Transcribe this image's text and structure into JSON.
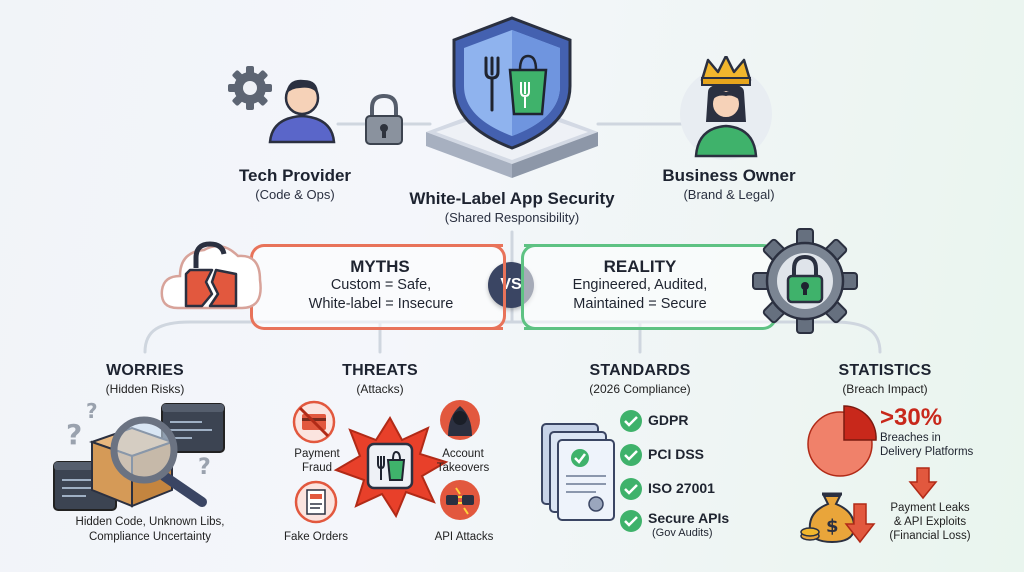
{
  "top": {
    "tech_title": "Tech Provider",
    "tech_sub": "(Code & Ops)",
    "center_title": "White-Label App Security",
    "center_sub": "(Shared Responsibility)",
    "owner_title": "Business Owner",
    "owner_sub": "(Brand & Legal)"
  },
  "myths": {
    "title": "MYTHS",
    "line1": "Custom = Safe,",
    "line2": "White-label = Insecure"
  },
  "vs": "VS",
  "reality": {
    "title": "REALITY",
    "line1": "Engineered, Audited,",
    "line2": "Maintained = Secure"
  },
  "worries": {
    "title": "WORRIES",
    "sub": "(Hidden Risks)",
    "caption1": "Hidden Code, Unknown Libs,",
    "caption2": "Compliance Uncertainty"
  },
  "threats": {
    "title": "THREATS",
    "sub": "(Attacks)",
    "items": [
      "Payment Fraud",
      "Account Takeovers",
      "Fake Orders",
      "API Attacks"
    ],
    "payment1": "Payment",
    "payment2": "Fraud",
    "account1": "Account",
    "account2": "Takeovers"
  },
  "standards": {
    "title": "STANDARDS",
    "sub": "(2026 Compliance)",
    "items": [
      "GDPR",
      "PCI DSS",
      "ISO 27001",
      "Secure APIs"
    ],
    "apis_sub": "(Gov Audits)"
  },
  "statistics": {
    "title": "STATISTICS",
    "sub": "(Breach Impact)",
    "big": ">30%",
    "big_sub1": "Breaches in",
    "big_sub2": "Delivery Platforms",
    "loss1": "Payment Leaks",
    "loss2": "& API Exploits",
    "loss3": "(Financial Loss)"
  },
  "colors": {
    "myth_red": "#e2583e",
    "reality_green": "#4bb56e",
    "shield_blue": "#3f5ba8",
    "navy": "#3a4563"
  }
}
